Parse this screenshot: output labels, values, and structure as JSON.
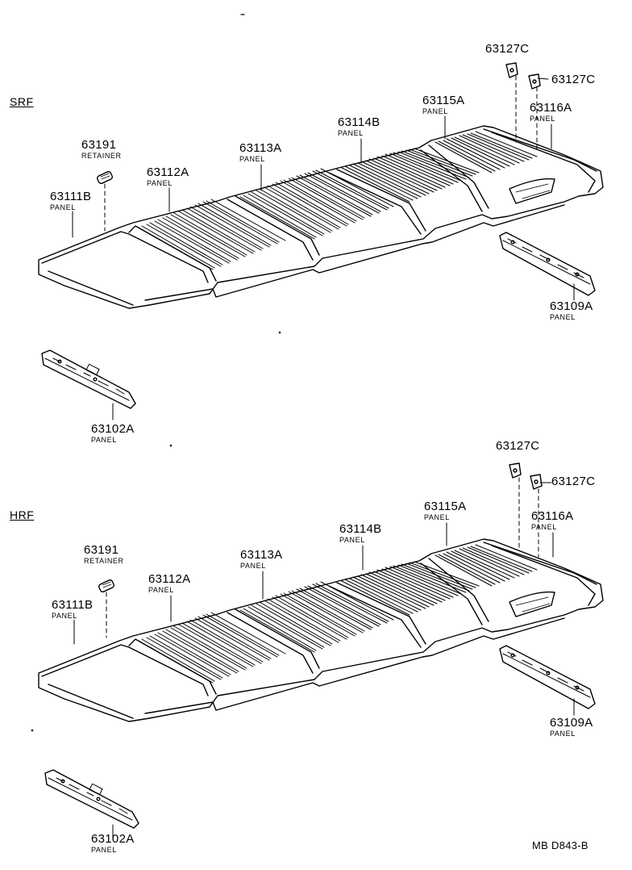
{
  "sections": {
    "top": "SRF",
    "bottom": "HRF"
  },
  "parts": {
    "p63127c": "63127C",
    "p63116a": "63116A",
    "p63115a": "63115A",
    "p63114b": "63114B",
    "p63113a": "63113A",
    "p63112a": "63112A",
    "p63111b": "63111B",
    "p63191": "63191",
    "p63109a": "63109A",
    "p63102a": "63102A"
  },
  "subs": {
    "panel": "PANEL",
    "retainer": "RETAINER"
  },
  "diagram_code": "MB D843-B"
}
